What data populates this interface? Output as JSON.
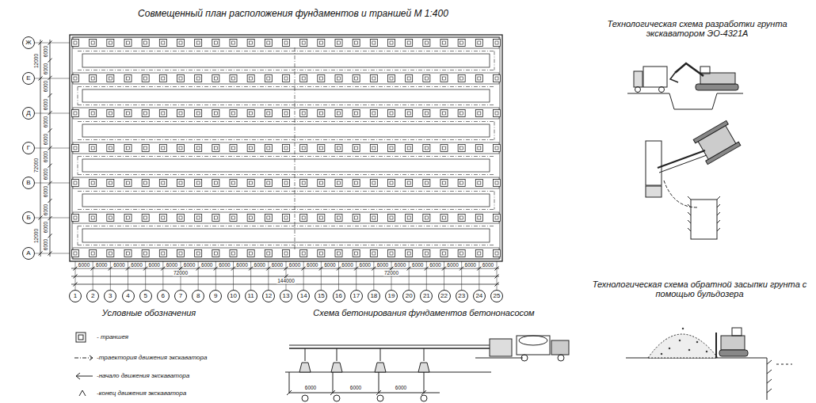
{
  "diagram": {
    "title": "Совмещенный план расположения фундаментов и траншей М 1:400",
    "nodes": [
      {
        "text": [
          "Ж"
        ]
      },
      {
        "text": [
          "Е"
        ]
      },
      {
        "text": [
          "Д"
        ]
      },
      {
        "text": [
          "Г"
        ]
      },
      {
        "text": [
          "В"
        ]
      },
      {
        "text": [
          "Б"
        ]
      },
      {
        "text": [
          "А"
        ]
      },
      {
        "text": [
          "1"
        ]
      },
      {
        "text": [
          "2"
        ]
      },
      {
        "text": [
          "3"
        ]
      },
      {
        "text": [
          "4"
        ]
      },
      {
        "text": [
          "5"
        ]
      },
      {
        "text": [
          "6"
        ]
      },
      {
        "text": [
          "7"
        ]
      },
      {
        "text": [
          "8"
        ]
      },
      {
        "text": [
          "9"
        ]
      },
      {
        "text": [
          "10"
        ]
      },
      {
        "text": [
          "11"
        ]
      },
      {
        "text": [
          "12"
        ]
      },
      {
        "text": [
          "13"
        ]
      },
      {
        "text": [
          "14"
        ]
      },
      {
        "text": [
          "15"
        ]
      },
      {
        "text": [
          "16"
        ]
      },
      {
        "text": [
          "17"
        ]
      },
      {
        "text": [
          "18"
        ]
      },
      {
        "text": [
          "19"
        ]
      },
      {
        "text": [
          "20"
        ]
      },
      {
        "text": [
          "21"
        ]
      },
      {
        "text": [
          "22"
        ]
      },
      {
        "text": [
          "23"
        ]
      },
      {
        "text": [
          "24"
        ]
      },
      {
        "text": [
          "25"
        ]
      }
    ],
    "labels": [
      "Технологическая схема разработки грунта экскаватором ЭО-4321А",
      "Технологическая схема обратной засыпки грунта с помощью бульдозера",
      "Условные обозначения",
      "Схема бетонирования фундаментов бетононасосом",
      "6000",
      "6000",
      "6000",
      "6000",
      "6000",
      "6000",
      "6000",
      "6000",
      "6000",
      "6000",
      "6000",
      "6000",
      "6000",
      "6000",
      "6000",
      "6000",
      "6000",
      "6000",
      "6000",
      "6000",
      "6000",
      "6000",
      "6000",
      "6000",
      "72000",
      "72000",
      "144000",
      "12000",
      "72000",
      "12000",
      "6000",
      "6000",
      "6000",
      "6000",
      "6000",
      "6000",
      "6000",
      "6000",
      "6000",
      "6000",
      "6000",
      "6000",
      "6000",
      "6000",
      "6000"
    ],
    "legend": [
      {
        "text": "- траншея"
      },
      {
        "text": "-траектория движения экскаватора"
      },
      {
        "text": "-начало движения экскаватора"
      },
      {
        "text": "-конец движения экскаватора"
      }
    ]
  }
}
